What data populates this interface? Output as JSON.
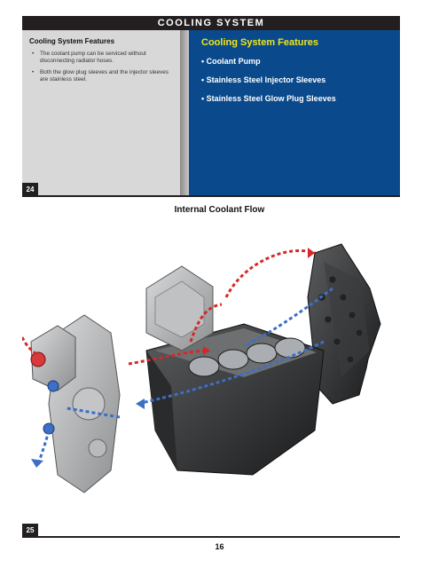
{
  "header": {
    "title": "COOLING SYSTEM"
  },
  "left_panel": {
    "title": "Cooling System Features",
    "items": [
      "The coolant pump can be serviced without disconnecting radiator hoses.",
      "Both the glow plug sleeves and the injector sleeves are stainless steel."
    ]
  },
  "right_panel": {
    "title": "Cooling System Features",
    "items": [
      "• Coolant Pump",
      "• Stainless Steel Injector Sleeves",
      "• Stainless Steel Glow Plug Sleeves"
    ]
  },
  "slides": {
    "first_number": "24",
    "second_number": "25"
  },
  "figure": {
    "caption": "Internal Coolant Flow"
  },
  "footer": {
    "page_number": "16"
  },
  "colors": {
    "header": "#231f20",
    "left_panel": "#d8d8d9",
    "right_panel": "#0a4a8c",
    "title_accent": "#f2e515",
    "hot_flow": "#d62828",
    "cold_flow": "#3d6fc4"
  }
}
